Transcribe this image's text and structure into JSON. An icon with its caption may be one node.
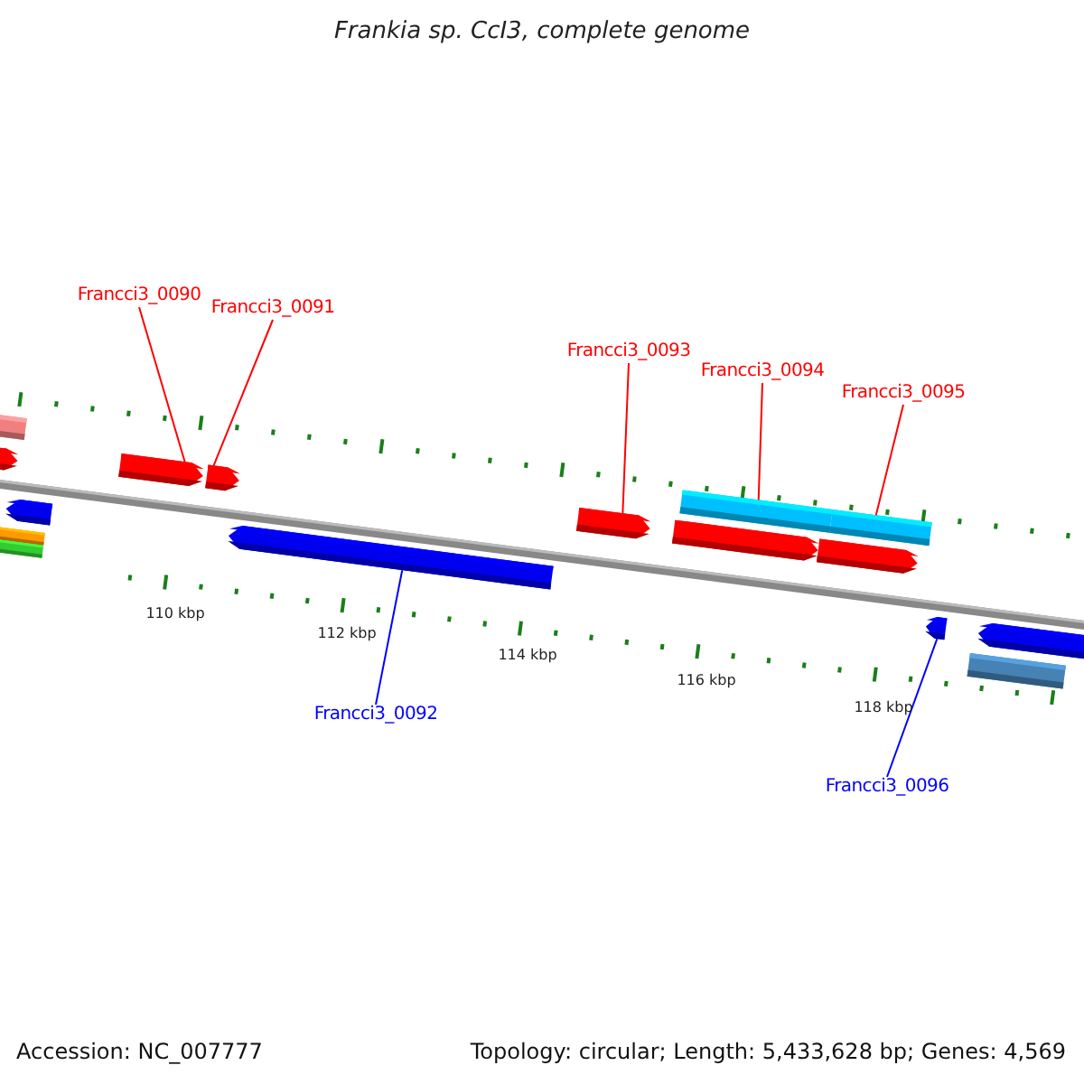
{
  "diagram": {
    "title": "Frankia sp. CcI3, complete genome",
    "nodes": [
      {
        "text": [
          "Francci3_0090"
        ]
      },
      {
        "text": [
          "Francci3_0091"
        ]
      },
      {
        "text": [
          "Francci3_0093"
        ]
      },
      {
        "text": [
          "Francci3_0094"
        ]
      },
      {
        "text": [
          "Francci3_0095"
        ]
      },
      {
        "text": [
          "Francci3_0092"
        ]
      },
      {
        "text": [
          "Francci3_0096"
        ]
      },
      {
        "text": [],
        "shape": "arrow"
      },
      {
        "text": [],
        "shape": "arrow"
      },
      {
        "text": [],
        "shape": "arrow"
      },
      {
        "text": [],
        "shape": "arrow"
      },
      {
        "text": [],
        "shape": "bar"
      },
      {
        "text": [],
        "shape": "bar"
      },
      {
        "text": [],
        "shape": "arrow"
      }
    ],
    "edges": [
      {
        "from": 0,
        "to": 7,
        "arrow": "none"
      },
      {
        "from": 1,
        "to": 8,
        "arrow": "none"
      },
      {
        "from": 2,
        "to": 10,
        "arrow": "none"
      },
      {
        "from": 3,
        "to": 11,
        "arrow": "none"
      },
      {
        "from": 4,
        "to": 12,
        "arrow": "none"
      },
      {
        "from": 5,
        "to": 9,
        "arrow": "none",
        "color": "#0000ff"
      },
      {
        "from": 6,
        "to": 13,
        "arrow": "none",
        "color": "#0000ff"
      }
    ],
    "labels": [
      "110 kbp",
      "112 kbp",
      "114 kbp",
      "116 kbp",
      "118 kbp",
      "Accession: NC_007777",
      "Topology: circular; Length: 5,433,628 bp; Genes: 4,569"
    ]
  }
}
